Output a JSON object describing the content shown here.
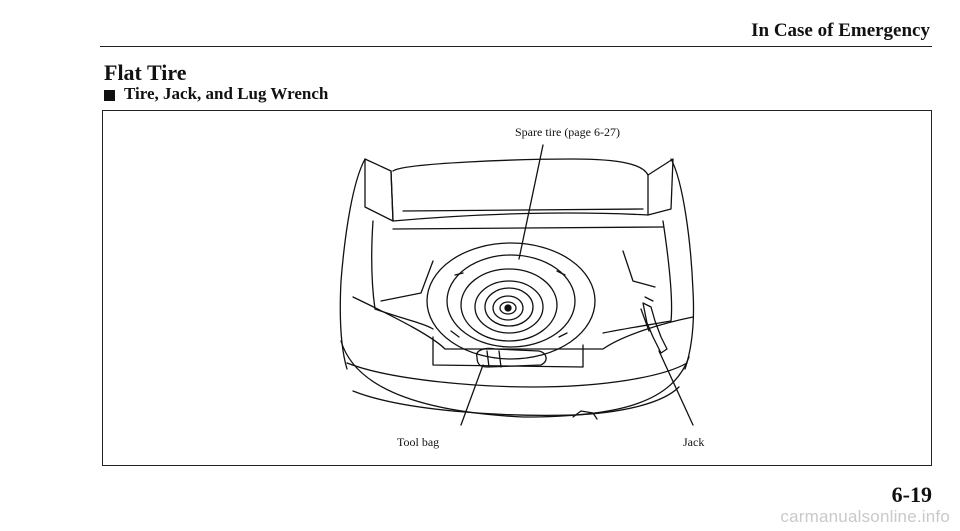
{
  "header": {
    "title": "In Case of Emergency"
  },
  "section": {
    "title": "Flat Tire"
  },
  "subsection": {
    "title": "Tire, Jack, and Lug Wrench"
  },
  "figure": {
    "callouts": {
      "spare_tire": "Spare tire (page 6-27)",
      "tool_bag": "Tool bag",
      "jack": "Jack"
    }
  },
  "footer": {
    "page_number": "6-19"
  },
  "watermark": {
    "text": "carmanualsonline.info"
  }
}
